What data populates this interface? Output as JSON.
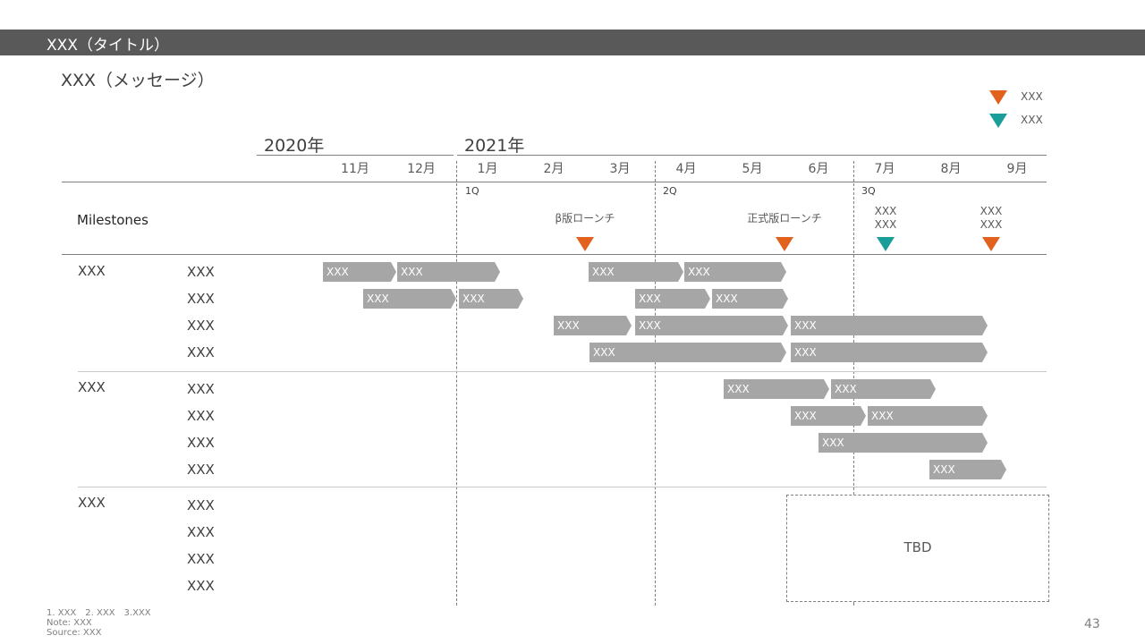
{
  "title": "XXX（タイトル）",
  "message": "XXX（メッセージ）",
  "legend": [
    {
      "label": "XXX",
      "color": "#E3611E"
    },
    {
      "label": "XXX",
      "color": "#1A9E9A"
    }
  ],
  "years": [
    "2020年",
    "2021年"
  ],
  "months": [
    "11月",
    "12月",
    "1月",
    "2月",
    "3月",
    "4月",
    "5月",
    "6月",
    "7月",
    "8月",
    "9月"
  ],
  "quarters": [
    "1Q",
    "2Q",
    "3Q"
  ],
  "milestones_header": "Milestones",
  "milestones": [
    {
      "label": "β版ローンチ",
      "color": "orange"
    },
    {
      "label": "正式版ローンチ",
      "color": "orange"
    },
    {
      "label": "XXX\nXXX",
      "color": "teal"
    },
    {
      "label": "XXX\nXXX",
      "color": "orange"
    }
  ],
  "groups": [
    {
      "label": "XXX",
      "rows": [
        "XXX",
        "XXX",
        "XXX",
        "XXX"
      ]
    },
    {
      "label": "XXX",
      "rows": [
        "XXX",
        "XXX",
        "XXX",
        "XXX"
      ]
    },
    {
      "label": "XXX",
      "rows": [
        "XXX",
        "XXX",
        "XXX",
        "XXX"
      ]
    }
  ],
  "bars": [
    {
      "label": "XXX"
    },
    {
      "label": "XXX"
    },
    {
      "label": "XXX"
    },
    {
      "label": "XXX"
    },
    {
      "label": "XXX"
    },
    {
      "label": "XXX"
    },
    {
      "label": "XXX"
    },
    {
      "label": "XXX"
    },
    {
      "label": "XXX"
    },
    {
      "label": "XXX"
    },
    {
      "label": "XXX"
    },
    {
      "label": "XXX"
    },
    {
      "label": "XXX"
    },
    {
      "label": "XXX"
    },
    {
      "label": "XXX"
    },
    {
      "label": "XXX"
    },
    {
      "label": "XXX"
    },
    {
      "label": "XXX"
    },
    {
      "label": "XXX"
    }
  ],
  "tbd": "TBD",
  "footnotes": {
    "line1": "1. XXX　2. XXX　3.XXX",
    "line2": "Note: XXX",
    "line3": "Source: XXX"
  },
  "page_number": "43"
}
